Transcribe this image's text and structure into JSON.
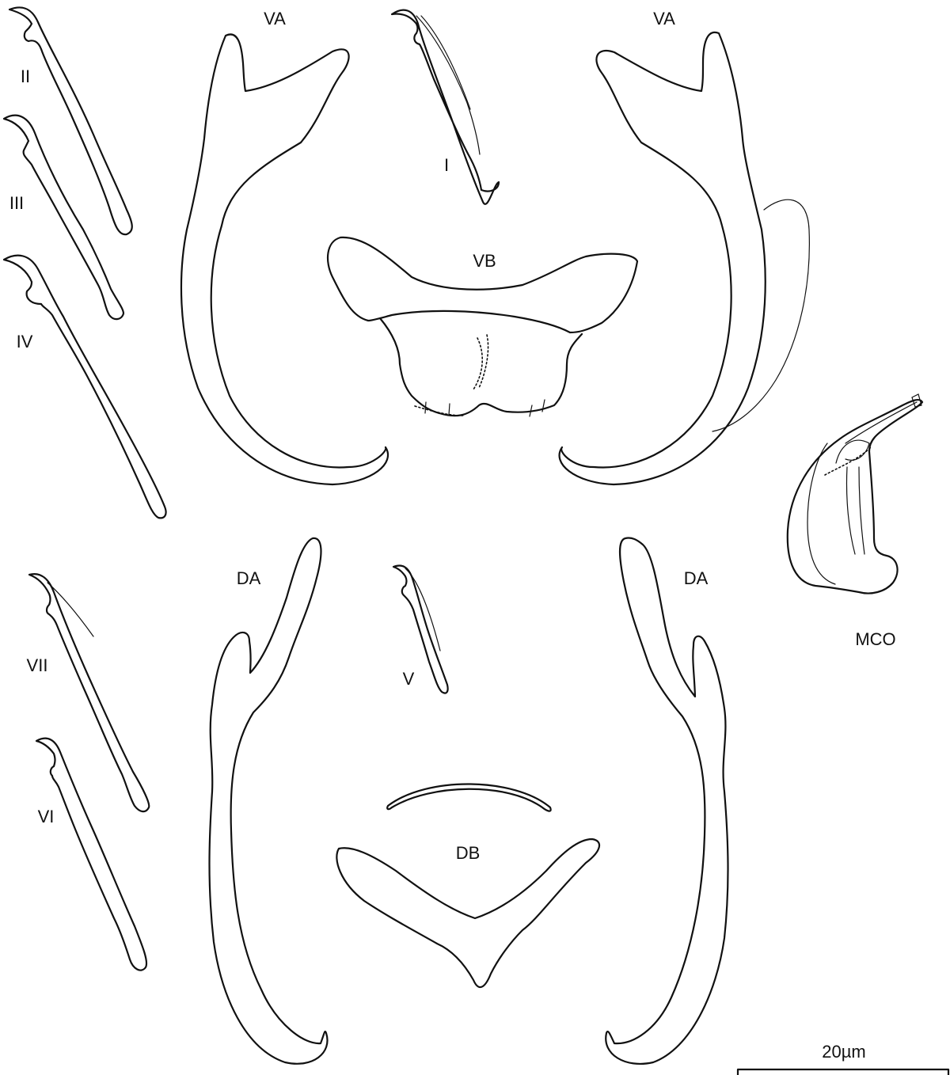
{
  "labels": {
    "ventral_anchor_left": "VA",
    "ventral_anchor_right": "VA",
    "ventral_bar": "VB",
    "dorsal_anchor_left": "DA",
    "dorsal_anchor_right": "DA",
    "dorsal_bar": "DB",
    "male_copulatory_organ": "MCO",
    "hook_1": "I",
    "hook_2": "II",
    "hook_3": "III",
    "hook_4": "IV",
    "hook_5": "V",
    "hook_6": "VI",
    "hook_7": "VII"
  },
  "scale_bar": {
    "label": "20µm"
  },
  "colors": {
    "ink": "#111111",
    "background": "#ffffff"
  }
}
